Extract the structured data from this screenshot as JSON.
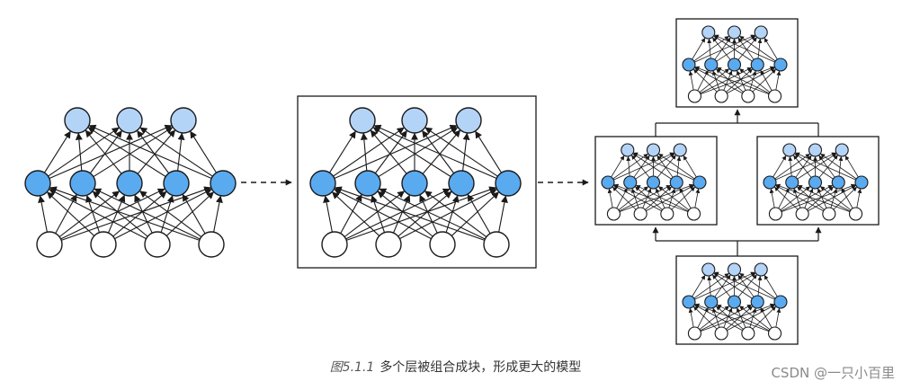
{
  "caption": {
    "number": "图5.1.1",
    "text": "多个层被组合成块，形成更大的模型"
  },
  "watermark": "CSDN @一只小百里",
  "colors": {
    "input_node": "#ffffff",
    "hidden_node": "#5aaaf0",
    "output_node": "#b4d4f7",
    "stroke": "#1a1a1a"
  },
  "network": {
    "layers": [
      {
        "role": "input",
        "count": 4
      },
      {
        "role": "hidden",
        "count": 5
      },
      {
        "role": "output",
        "count": 3
      }
    ],
    "connectivity": "fully-connected"
  },
  "stages": [
    {
      "name": "single-network",
      "boxed": false
    },
    {
      "name": "block",
      "boxed": true
    },
    {
      "name": "composed-model",
      "boxed": true,
      "block_count": 4
    }
  ]
}
